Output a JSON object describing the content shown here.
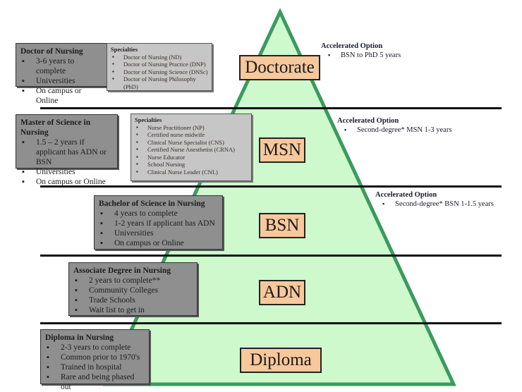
{
  "colors": {
    "pyramid_fill": "#cdf9cd",
    "pyramid_stroke": "#3c9a5f",
    "level_label_fill": "#f7c89b",
    "info_box_fill": "#8f8f8f",
    "specialty_box_fill": "#c6c6c6"
  },
  "levels": [
    {
      "label": "Doctorate",
      "info": {
        "title": "Doctor of Nursing",
        "items": [
          "3-6 years to complete",
          "Universities",
          "On campus or Online"
        ]
      },
      "specialties": {
        "title": "Specialties",
        "items": [
          "Doctor of Nursing (ND)",
          "Doctor of Nursing Practice (DNP)",
          "Doctor of Nursing Science (DNSc)",
          "Doctor of Nursing Philosophy (PhD)"
        ]
      },
      "accelerated": {
        "title": "Accelerated Option",
        "items": [
          "BSN to PhD 5 years"
        ]
      }
    },
    {
      "label": "MSN",
      "info": {
        "title": "Master of Science in Nursing",
        "items": [
          "1.5 – 2 years if applicant has ADN or BSN",
          "Universities",
          "On campus or Online"
        ]
      },
      "specialties": {
        "title": "Specialties",
        "items": [
          "Nurse Practitioner (NP)",
          "Certified nurse midwife",
          "Clinical Nurse Specialist (CNS)",
          "Certified Nurse Anesthetist (CRNA)",
          "Nurse Educator",
          "School Nursing",
          "Clinical Nurse Leader (CNL)"
        ]
      },
      "accelerated": {
        "title": "Accelerated Option",
        "items": [
          "Second-degree* MSN 1-3 years"
        ]
      }
    },
    {
      "label": "BSN",
      "info": {
        "title": "Bachelor of Science in Nursing",
        "items": [
          "4 years to complete",
          "1-2 years if applicant has ADN",
          "Universities",
          "On campus or Online"
        ]
      },
      "accelerated": {
        "title": "Accelerated Option",
        "items": [
          "Second-degree* BSN 1-1.5 years"
        ]
      }
    },
    {
      "label": "ADN",
      "info": {
        "title": "Associate Degree in Nursing",
        "items": [
          "2 years to complete**",
          "Community Colleges",
          "Trade Schools",
          "Wait list to get in"
        ]
      }
    },
    {
      "label": "Diploma",
      "info": {
        "title": "Diploma in Nursing",
        "items": [
          "2-3 years to complete",
          "Common prior to 1970's",
          "Trained in hospital",
          "Rare and being phased out"
        ]
      }
    }
  ]
}
